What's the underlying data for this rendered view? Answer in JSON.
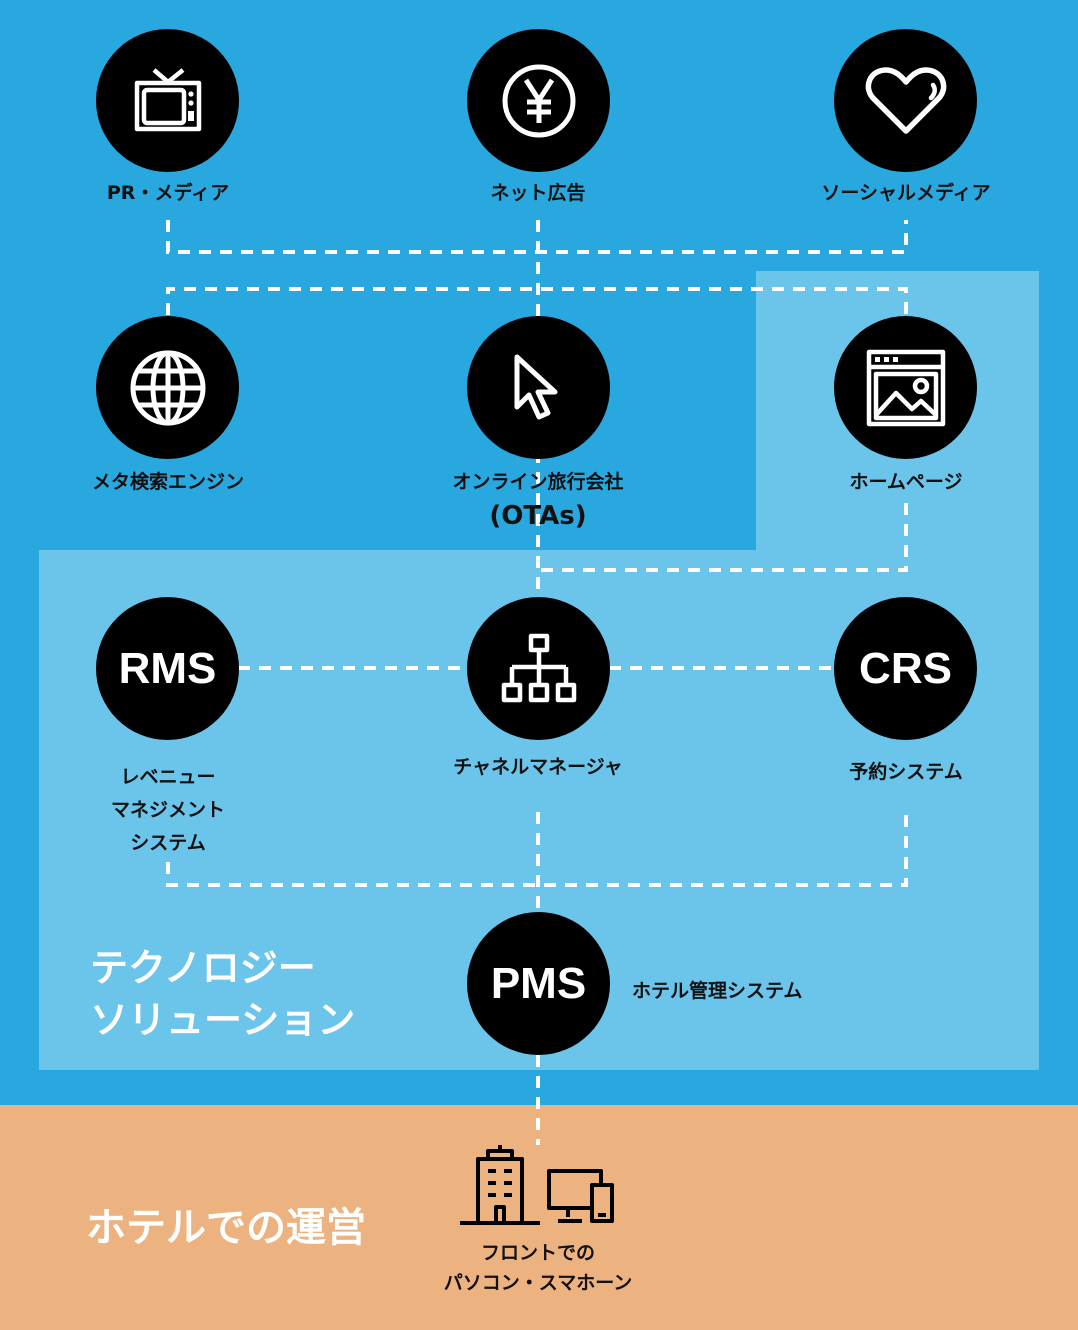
{
  "colors": {
    "background_blue": "#29a8e0",
    "panel_light_blue": "#6bc4ea",
    "operations_orange": "#ecb380",
    "node_black": "#000000"
  },
  "nodes": {
    "pr_media": {
      "icon": "tv-icon",
      "label": "PR・メディア"
    },
    "net_ads": {
      "icon": "yen-icon",
      "label": "ネット広告"
    },
    "social_media": {
      "icon": "heart-icon",
      "label": "ソーシャルメディア"
    },
    "meta_search": {
      "icon": "globe-icon",
      "label": "メタ検索エンジン"
    },
    "otas": {
      "icon": "cursor-icon",
      "label_line1": "オンライン旅行会社",
      "label_line2": "(OTAs)"
    },
    "homepage": {
      "icon": "webpage-image-icon",
      "label": "ホームページ"
    },
    "rms": {
      "text": "RMS",
      "label_line1": "レベニュー",
      "label_line2": "マネジメント",
      "label_line3": "システム"
    },
    "channel_manager": {
      "icon": "hierarchy-icon",
      "label": "チャネルマネージャ"
    },
    "crs": {
      "text": "CRS",
      "label": "予約システム"
    },
    "pms": {
      "text": "PMS",
      "label": "ホテル管理システム"
    }
  },
  "sections": {
    "technology_line1": "テクノロジー",
    "technology_line2": "ソリューション",
    "operations_title": "ホテルでの運営"
  },
  "front": {
    "icons": [
      "building-icon",
      "devices-icon"
    ],
    "label_line1": "フロントでの",
    "label_line2": "パソコン・スマホーン"
  }
}
